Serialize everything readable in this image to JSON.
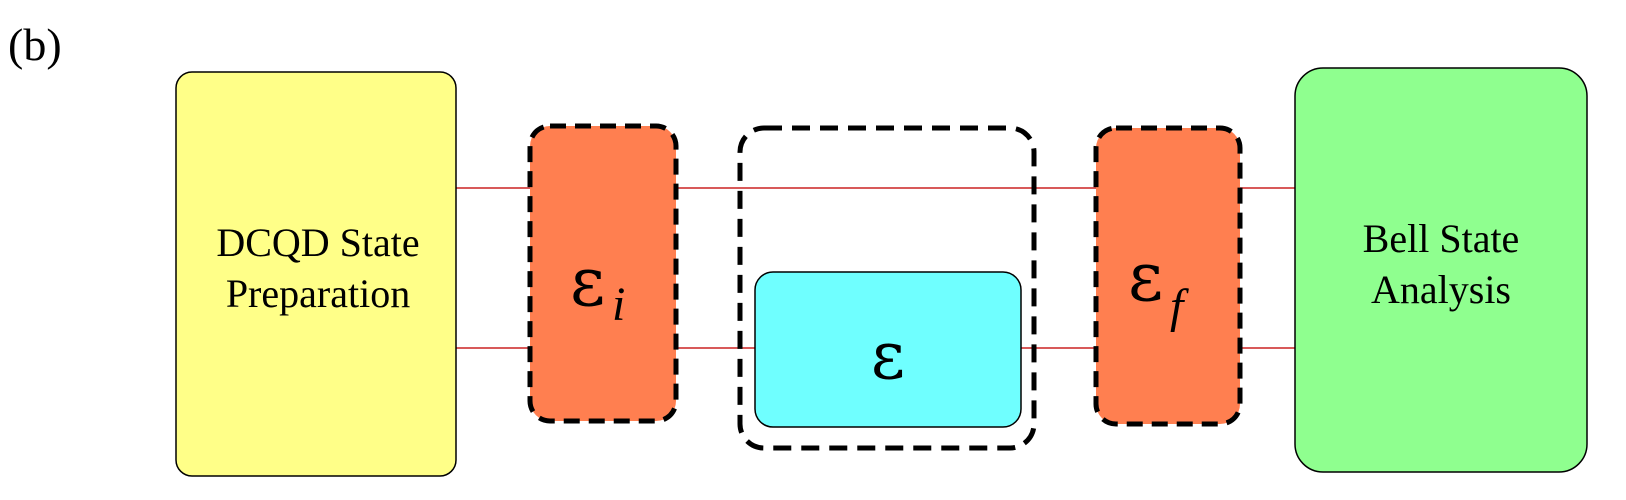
{
  "panel_label": "(b)",
  "preparation": {
    "line1": "DCQD State",
    "line2": "Preparation"
  },
  "initial_error": {
    "symbol": "ε",
    "subscript": "i"
  },
  "channel": {
    "symbol": "ε"
  },
  "final_error": {
    "symbol": "ε",
    "subscript": "f"
  },
  "analysis": {
    "line1": "Bell State",
    "line2": "Analysis"
  },
  "colors": {
    "preparation_fill": "#ffff88",
    "error_fill": "#ff7f50",
    "channel_fill": "#6fffff",
    "analysis_fill": "#8fff8f",
    "wire": "#cc2222",
    "outline": "#000000"
  }
}
